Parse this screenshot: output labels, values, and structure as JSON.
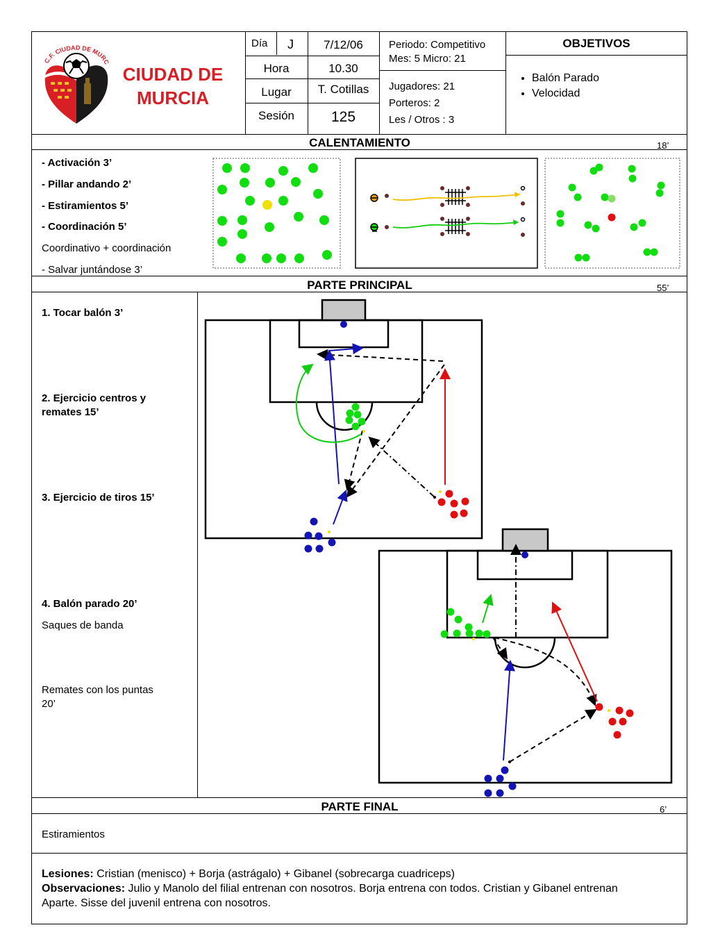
{
  "header": {
    "club": {
      "line1": "CIUDAD DE",
      "line2": "MURCIA",
      "color": "#d81f26",
      "badge_text": "C.F. CIUDAD DE MURCIA"
    },
    "dia_label": "Día",
    "dia_value": "J",
    "fecha": "7/12/06",
    "hora_label": "Hora",
    "hora_value": "10.30",
    "lugar_label": "Lugar",
    "lugar_value": "T. Cotillas",
    "sesion_label": "Sesión",
    "sesion_value": "125",
    "periodo": "Periodo: Competitivo",
    "mes_micro": "Mes: 5 Micro: 21",
    "jugadores": "Jugadores:  21",
    "porteros": "Porteros: 2",
    "les_otros": "Les / Otros : 3",
    "objetivos_title": "OBJETIVOS",
    "objetivos": [
      "Balón Parado",
      "Velocidad"
    ]
  },
  "calentamiento": {
    "title": "CALENTAMIENTO",
    "duration": "18’",
    "items": [
      "-  Activación  3’",
      "-  Pillar andando 2’",
      "-  Estiramientos 5’",
      "-  Coordinación 5’",
      "Coordinativo + coordinación",
      "- Salvar juntándose 3’"
    ]
  },
  "principal": {
    "title": "PARTE PRINCIPAL",
    "duration": "55’",
    "items": [
      "1.  Tocar balón 3’",
      "2. Ejercicio centros y",
      "remates 15’",
      "3. Ejercicio de tiros  15’",
      "4. Balón parado  20’",
      "Saques de banda",
      "Remates con los puntas",
      "20’"
    ]
  },
  "final": {
    "title": "PARTE FINAL",
    "duration": "6’",
    "items": [
      "Estiramientos"
    ]
  },
  "notes": {
    "lesiones_label": "Lesiones:",
    "lesiones": "Cristian (menisco) + Borja (astrágalo) + Gibanel (sobrecarga cuadriceps)",
    "observaciones_label": "Observaciones:",
    "observaciones_1": "Julio y Manolo del filial entrenan con nosotros.  Borja entrena con todos. Cristian y Gibanel entrenan",
    "observaciones_2": "Aparte. Sisse del juvenil entrena con nosotros."
  },
  "colors": {
    "green": "#11dd11",
    "red": "#e01010",
    "blue": "#1414b4",
    "yellow": "#f0e000",
    "orange": "#f0a000",
    "goal": "#c8c8c8"
  }
}
